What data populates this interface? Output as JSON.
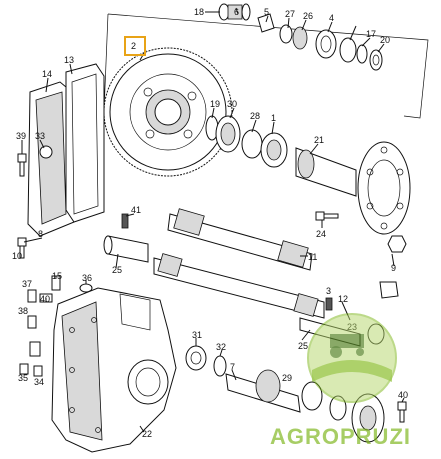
{
  "callouts": {
    "c18": "18",
    "c6": "6",
    "c5": "5",
    "c27": "27",
    "c26": "26",
    "c4": "4",
    "c2": "2",
    "c17": "17",
    "c20": "20",
    "c14": "14",
    "c13": "13",
    "c19": "19",
    "c30": "30",
    "c28": "28",
    "c1": "1",
    "c39": "39",
    "c33": "33",
    "c21": "21",
    "c41": "41",
    "c24": "24",
    "c8": "8",
    "c10": "10",
    "c11": "11",
    "c25a": "25",
    "c9": "9",
    "c15": "15",
    "c36": "36",
    "c37": "37",
    "c40a": "40",
    "c38": "38",
    "c3": "3",
    "c12": "12",
    "c23": "23",
    "c25b": "25",
    "c31": "31",
    "c32": "32",
    "c7": "7",
    "c35": "35",
    "c34": "34",
    "c29": "29",
    "c40b": "40",
    "c22": "22"
  },
  "highlighted_callout": "2",
  "watermark": {
    "text": "AGROPRUZI",
    "accent": "#7cb518",
    "accent_light": "#b5d86b",
    "dark": "#3a6b12"
  },
  "colors": {
    "ink": "#111111",
    "highlight_box": "#e8a317",
    "paper": "#ffffff"
  }
}
